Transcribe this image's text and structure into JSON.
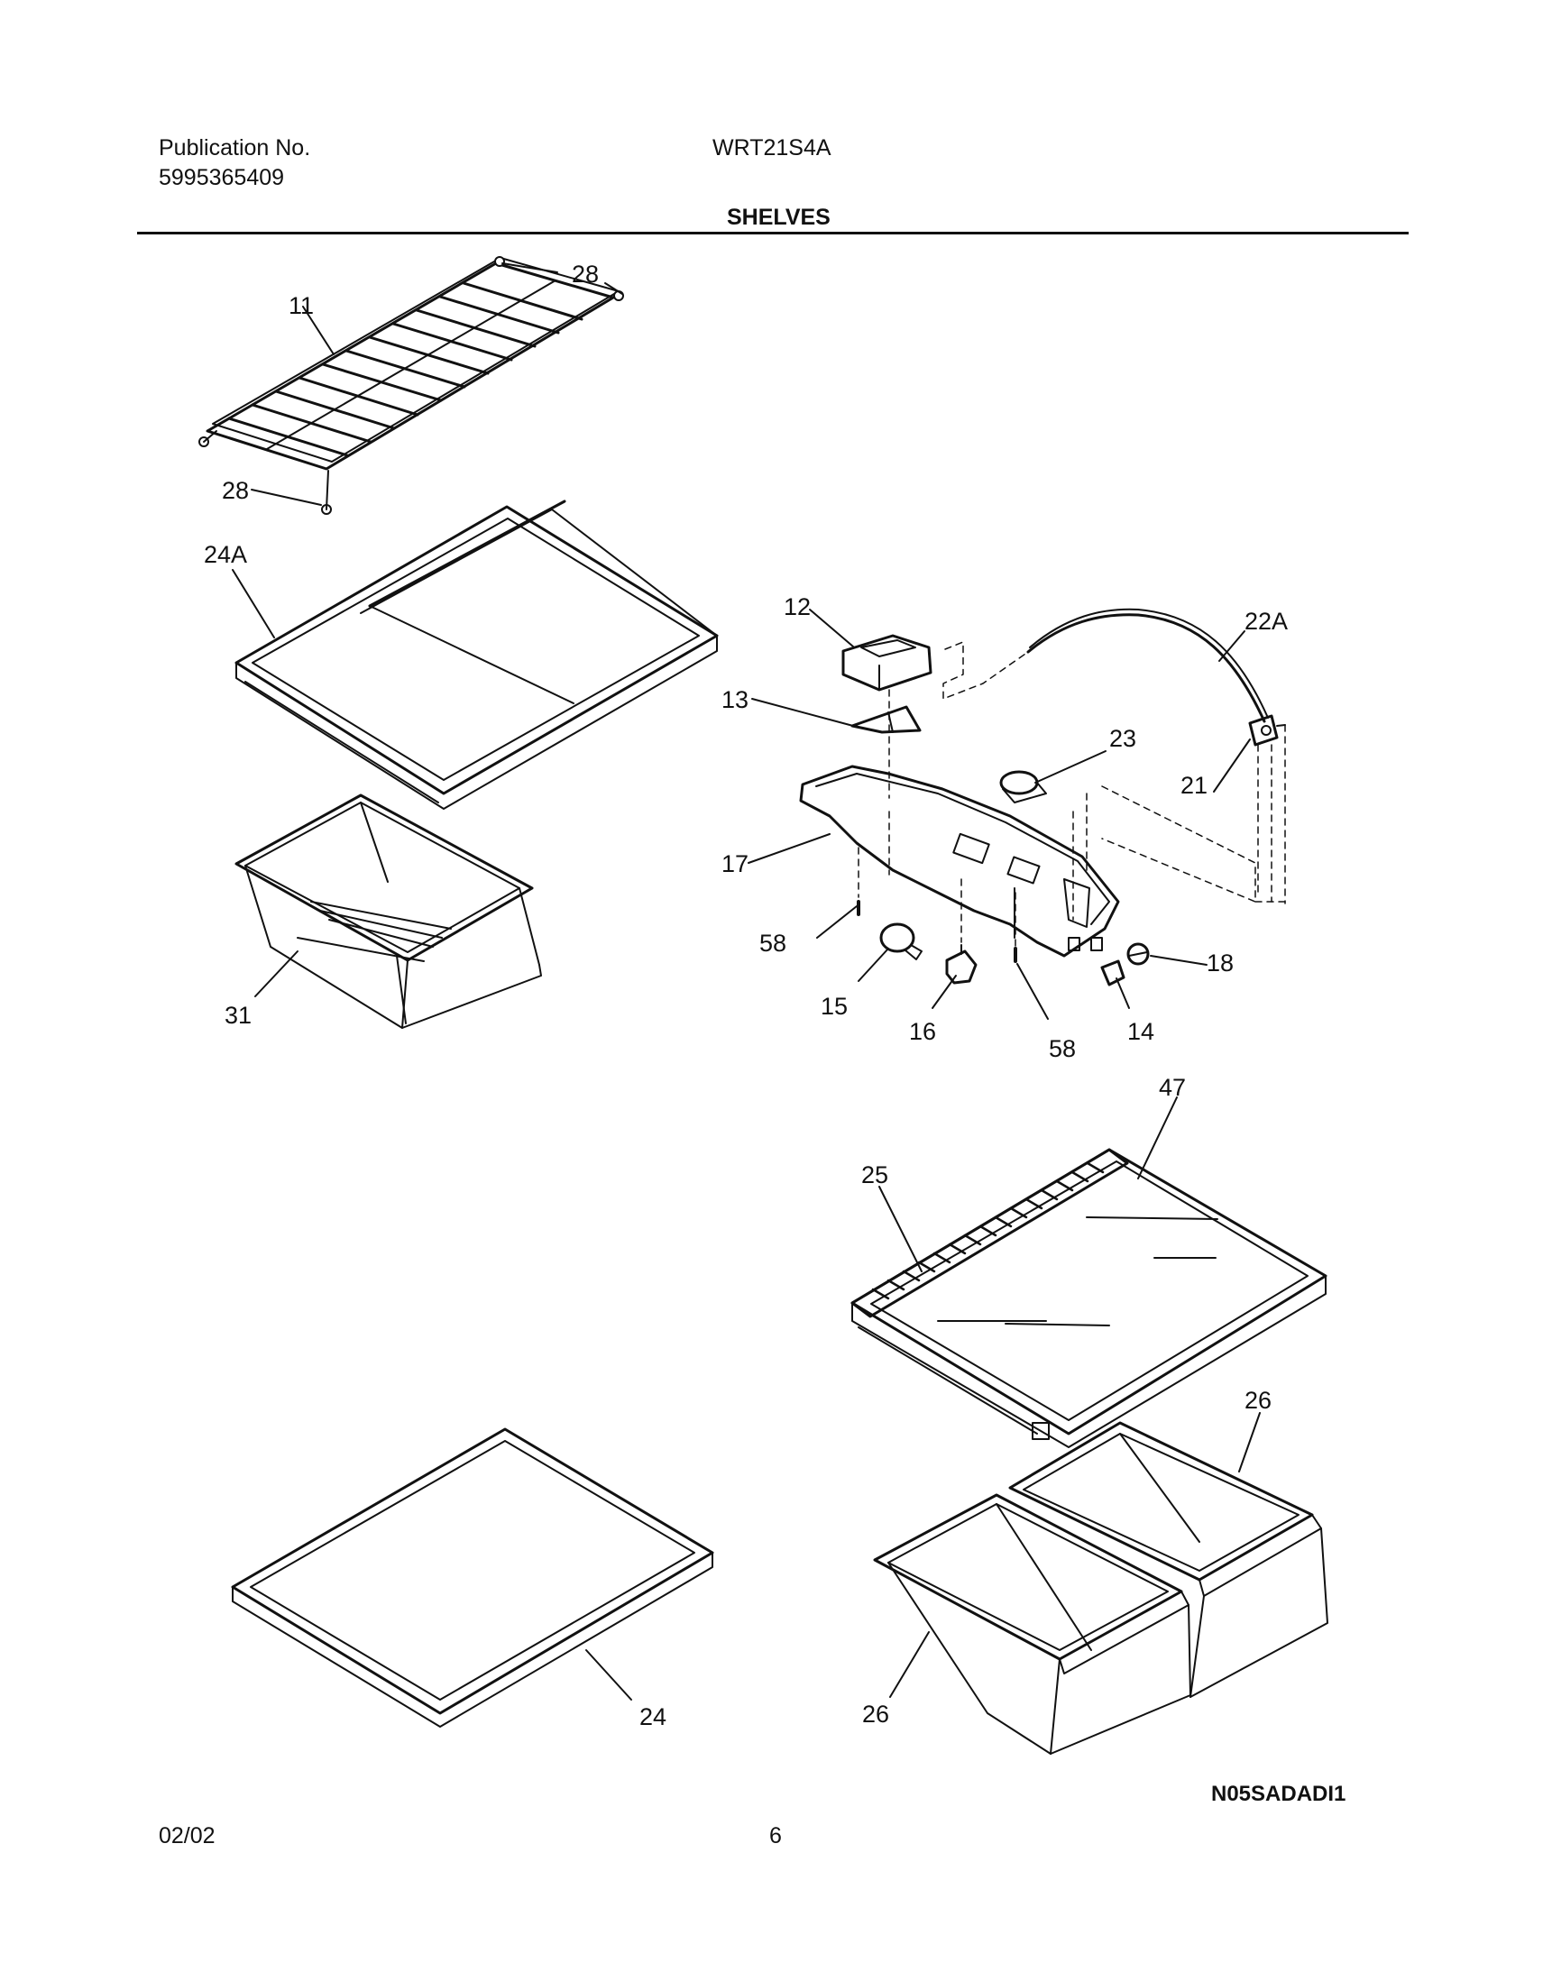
{
  "header": {
    "publication_label": "Publication No.",
    "publication_number": "5995365409",
    "model": "WRT21S4A",
    "section_title": "SHELVES"
  },
  "callouts": {
    "c11": "11",
    "c28a": "28",
    "c28b": "28",
    "c24A": "24A",
    "c31": "31",
    "c12": "12",
    "c13": "13",
    "c17": "17",
    "c58a": "58",
    "c15": "15",
    "c16": "16",
    "c58b": "58",
    "c14": "14",
    "c18": "18",
    "c21": "21",
    "c23": "23",
    "c22A": "22A",
    "c47": "47",
    "c25": "25",
    "c26a": "26",
    "c26b": "26",
    "c24": "24"
  },
  "diagram_code": "N05SADADI1",
  "footer": {
    "date": "02/02",
    "page_number": "6"
  }
}
